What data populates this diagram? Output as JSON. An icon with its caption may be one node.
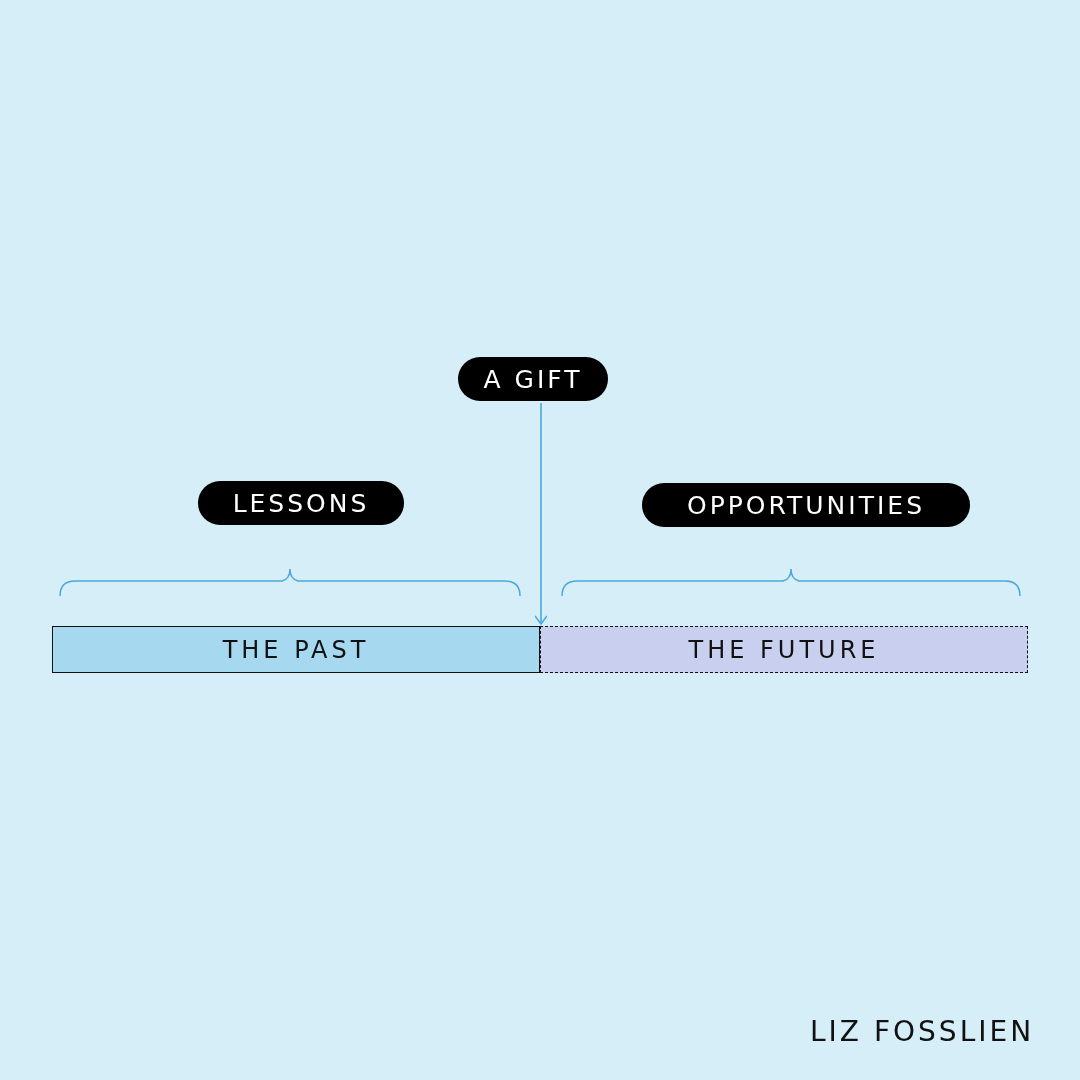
{
  "diagram": {
    "nodes": [
      {
        "text": [
          "A GIFT"
        ]
      },
      {
        "text": [
          "LESSONS"
        ]
      },
      {
        "text": [
          "OPPORTUNITIES"
        ]
      },
      {
        "text": [
          "THE PAST"
        ]
      },
      {
        "text": [
          "THE FUTURE"
        ]
      }
    ],
    "edges": [
      {
        "from": 0,
        "to": 4,
        "arrow": "to",
        "color": "#4aa8dc"
      }
    ],
    "labels": [
      "LIZ FOSSLIEN"
    ]
  }
}
